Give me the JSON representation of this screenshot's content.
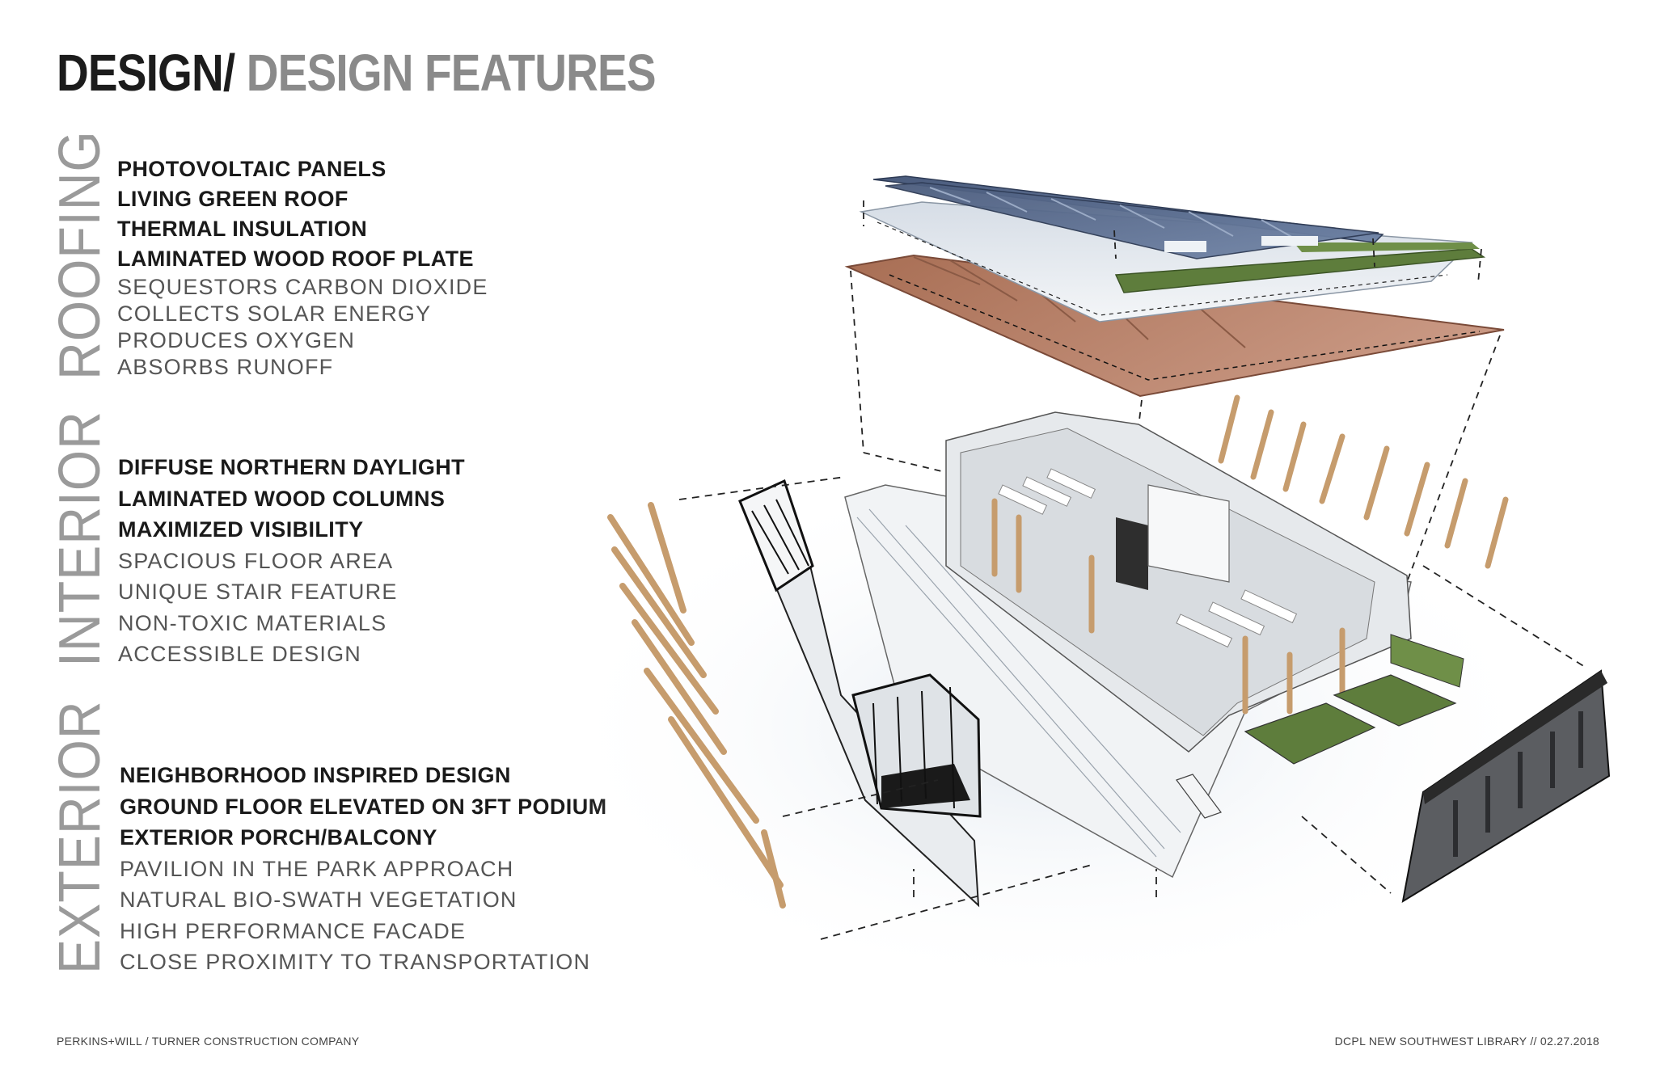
{
  "title": {
    "bold": "DESIGN/",
    "light": " DESIGN FEATURES"
  },
  "sections": {
    "roofing": {
      "label": "ROOFING",
      "items": [
        {
          "text": "PHOTOVOLTAIC PANELS",
          "style": "b"
        },
        {
          "text": "LIVING GREEN ROOF",
          "style": "b"
        },
        {
          "text": "THERMAL INSULATION",
          "style": "b"
        },
        {
          "text": "LAMINATED WOOD ROOF PLATE",
          "style": "b"
        },
        {
          "text": "SEQUESTORS CARBON DIOXIDE",
          "style": "l"
        },
        {
          "text": "COLLECTS SOLAR ENERGY",
          "style": "l"
        },
        {
          "text": "PRODUCES OXYGEN",
          "style": "l"
        },
        {
          "text": "ABSORBS RUNOFF",
          "style": "l"
        }
      ]
    },
    "interior": {
      "label": "INTERIOR",
      "items": [
        {
          "text": "DIFFUSE NORTHERN DAYLIGHT",
          "style": "b"
        },
        {
          "text": "LAMINATED WOOD COLUMNS",
          "style": "b"
        },
        {
          "text": "MAXIMIZED VISIBILITY",
          "style": "b"
        },
        {
          "text": "SPACIOUS FLOOR AREA",
          "style": "l"
        },
        {
          "text": "UNIQUE STAIR FEATURE",
          "style": "l"
        },
        {
          "text": "NON-TOXIC MATERIALS",
          "style": "l"
        },
        {
          "text": "ACCESSIBLE DESIGN",
          "style": "l"
        }
      ]
    },
    "exterior": {
      "label": "EXTERIOR",
      "items": [
        {
          "text": "NEIGHBORHOOD INSPIRED DESIGN",
          "style": "b"
        },
        {
          "text": "GROUND FLOOR ELEVATED ON 3FT PODIUM",
          "style": "b"
        },
        {
          "text": "EXTERIOR PORCH/BALCONY",
          "style": "b"
        },
        {
          "text": "PAVILION IN THE PARK APPROACH",
          "style": "l"
        },
        {
          "text": "NATURAL BIO-SWATH VEGETATION",
          "style": "l"
        },
        {
          "text": "HIGH PERFORMANCE FACADE",
          "style": "l"
        },
        {
          "text": "CLOSE PROXIMITY TO TRANSPORTATION",
          "style": "l"
        }
      ]
    }
  },
  "footer": {
    "left": "PERKINS+WILL / TURNER CONSTRUCTION COMPANY",
    "right": "DCPL NEW SOUTHWEST LIBRARY // 02.27.2018"
  },
  "colors": {
    "title_dark": "#1c1c1c",
    "title_light": "#8a8a8a",
    "section_label": "#9a9a9a",
    "solar_panel": "#56688a",
    "green_roof": "#5e7d3c",
    "wood_roof": "#b8826a",
    "wood_column": "#c69c6d"
  }
}
